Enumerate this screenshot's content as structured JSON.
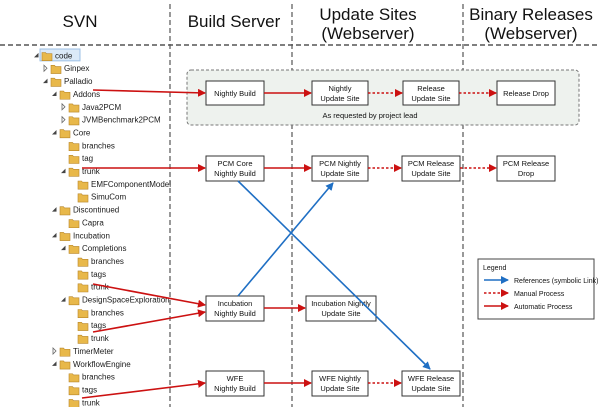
{
  "columns": {
    "svn": "SVN",
    "build_server": "Build Server",
    "update_sites_line1": "Update Sites",
    "update_sites_line2": "(Webserver)",
    "binary_releases_line1": "Binary Releases",
    "binary_releases_line2": "(Webserver)"
  },
  "tree": [
    {
      "label": "code",
      "level": 0
    },
    {
      "label": "Ginpex",
      "level": 1
    },
    {
      "label": "Palladio",
      "level": 1
    },
    {
      "label": "Addons",
      "level": 2
    },
    {
      "label": "Java2PCM",
      "level": 3
    },
    {
      "label": "JVMBenchmark2PCM",
      "level": 3
    },
    {
      "label": "Core",
      "level": 2
    },
    {
      "label": "branches",
      "level": 3
    },
    {
      "label": "tag",
      "level": 3
    },
    {
      "label": "trunk",
      "level": 3
    },
    {
      "label": "EMFComponentModel",
      "level": 4
    },
    {
      "label": "SimuCom",
      "level": 4
    },
    {
      "label": "Discontinued",
      "level": 2
    },
    {
      "label": "Capra",
      "level": 3
    },
    {
      "label": "Incubation",
      "level": 2
    },
    {
      "label": "Completions",
      "level": 3
    },
    {
      "label": "branches",
      "level": 4
    },
    {
      "label": "tags",
      "level": 4
    },
    {
      "label": "trunk",
      "level": 4
    },
    {
      "label": "DesignSpaceExploration",
      "level": 3
    },
    {
      "label": "branches",
      "level": 4
    },
    {
      "label": "tags",
      "level": 4
    },
    {
      "label": "trunk",
      "level": 4
    },
    {
      "label": "TimerMeter",
      "level": 2
    },
    {
      "label": "WorkflowEngine",
      "level": 2
    },
    {
      "label": "branches",
      "level": 3
    },
    {
      "label": "tags",
      "level": 3
    },
    {
      "label": "trunk",
      "level": 3
    }
  ],
  "boxes": {
    "nightly_build": [
      "Nightly Build"
    ],
    "nightly_update_site": [
      "Nightly",
      "Update Site"
    ],
    "release_update_site_addons": [
      "Release",
      "Update Site"
    ],
    "release_drop": [
      "Release Drop"
    ],
    "pcm_core_nightly_build": [
      "PCM Core",
      "Nightly Build"
    ],
    "pcm_nightly_update_site": [
      "PCM Nightly",
      "Update Site"
    ],
    "pcm_release_update_site": [
      "PCM Release",
      "Update Site"
    ],
    "pcm_release_drop": [
      "PCM Release",
      "Drop"
    ],
    "incubation_nightly_build": [
      "Incubation",
      "Nightly Build"
    ],
    "incubation_nightly_update_site": [
      "Incubation Nightly",
      "Update Site"
    ],
    "wfe_nightly_build": [
      "WFE",
      "Nightly Build"
    ],
    "wfe_nightly_update_site": [
      "WFE Nightly",
      "Update Site"
    ],
    "wfe_release_update_site": [
      "WFE Release",
      "Update Site"
    ]
  },
  "addons_note": "As requested by project lead",
  "legend": {
    "title": "Legend",
    "items": [
      {
        "label": "References (symbolic Link)",
        "style": "symbolic"
      },
      {
        "label": "Manual Process",
        "style": "manual"
      },
      {
        "label": "Automatic Process",
        "style": "automatic"
      }
    ]
  },
  "colors": {
    "automatic": "#cc1111",
    "manual": "#cc1111",
    "symbolic": "#1f6fc4",
    "folder": "#e8b84a",
    "group_fill": "#eef2ee"
  }
}
